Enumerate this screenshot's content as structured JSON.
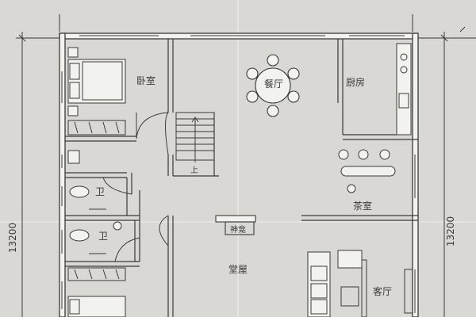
{
  "dimensions": {
    "left_height": "13200",
    "right_height": "13200"
  },
  "rooms": {
    "bedroom_top": "卧室",
    "dining": "餐厅",
    "kitchen": "厨房",
    "bath_1": "卫",
    "bath_2": "卫",
    "tea_room": "茶室",
    "altar": "神龛",
    "hall": "堂屋",
    "living": "客厅"
  },
  "stair_label": "上",
  "colors": {
    "paper": "#d9d8d4",
    "ink": "#3a3a3a",
    "wall_fill": "#f2f2ee"
  }
}
